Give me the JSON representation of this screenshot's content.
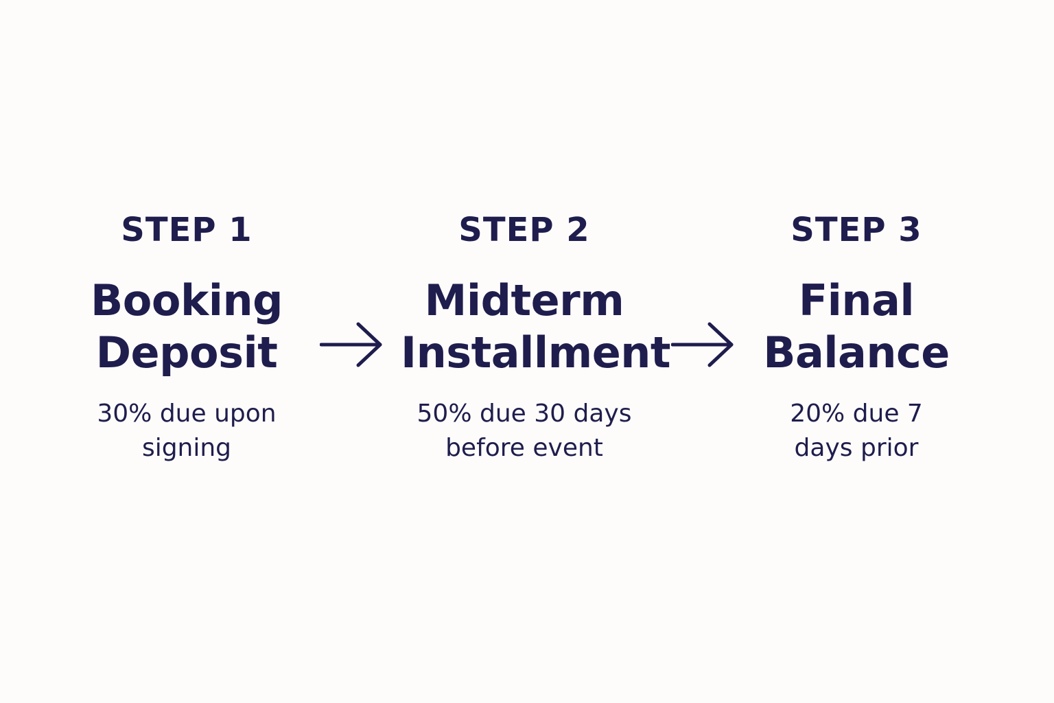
{
  "steps": [
    {
      "label": "STEP 1",
      "title_lines": [
        "Booking",
        "Deposit"
      ],
      "desc_lines": [
        "30% due upon",
        "signing"
      ]
    },
    {
      "label": "STEP 2",
      "title_lines": [
        "Midterm",
        "Installment"
      ],
      "desc_lines": [
        "50% due 30 days",
        "before event"
      ]
    },
    {
      "label": "STEP 3",
      "title_lines": [
        "Final",
        "Balance"
      ],
      "desc_lines": [
        "20% due 7",
        "days prior"
      ]
    }
  ],
  "colors": {
    "text": "#1f1d4d",
    "background": "#fdfcfa"
  },
  "icons": {
    "connector": "arrow-right-icon"
  }
}
